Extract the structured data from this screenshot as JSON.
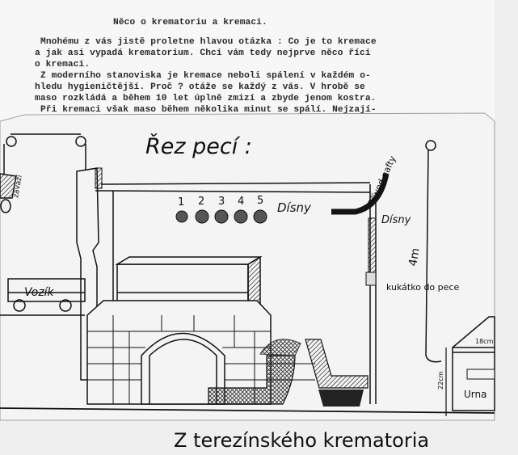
{
  "typed_page": {
    "title": "Něco o krematoriu a kremaci.",
    "lines": [
      "Mnohému z vás jistě proletne hlavou otázka : Co je to kremace",
      "a jak asi vypadá krematorium. Chci vám tedy nejprve něco říci",
      "o kremaci.",
      "Z moderního stanoviska je kremace neboli spálení v každém o-",
      "hledu hygieničtější. Proč ? otáže se každý z vás. V hrobě se",
      "maso rozkládá a během 10 let úplně zmizí a zbyde jenom kostra.",
      "Při kremaci však maso během několika minut se spálí. Nejzají-"
    ]
  },
  "drawing": {
    "heading": "Řez pecí :",
    "nozzle_numbers": [
      "1",
      "2",
      "3",
      "4",
      "5"
    ],
    "nozzles_label": "Dísny",
    "fuel_inlet_label": "Přívod nafty",
    "nozzle_label_right": "Dísny",
    "peephole_label": "kukátko do pece",
    "height_label": "4m",
    "weight_label": "závaží",
    "cart_label": "Vozík",
    "urn_width_label": "18cm",
    "urn_height_label": "22cm",
    "urn_label": "Urna",
    "caption": "Z terezínského krematoria"
  }
}
